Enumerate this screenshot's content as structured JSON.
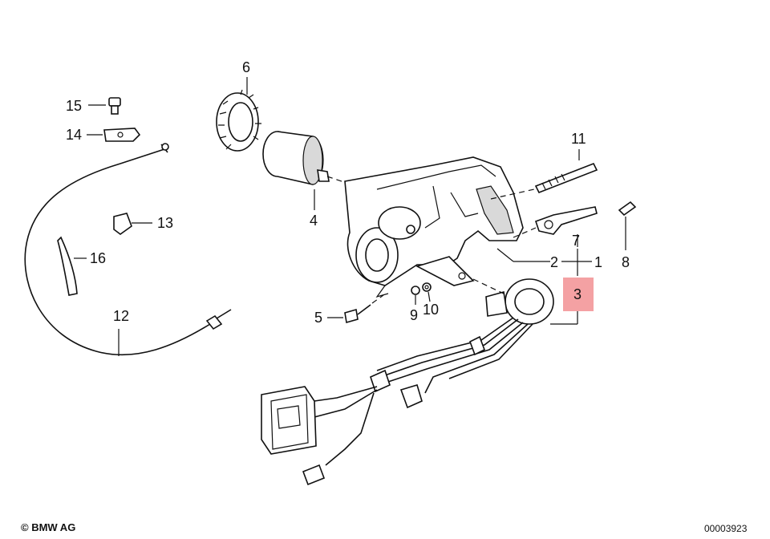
{
  "diagram": {
    "part_numbers": [
      "1",
      "2",
      "3",
      "4",
      "5",
      "6",
      "7",
      "8",
      "9",
      "10",
      "11",
      "12",
      "13",
      "14",
      "15",
      "16"
    ],
    "highlighted_part": "3",
    "highlight_color": "#f4a1a3"
  },
  "footer": {
    "copyright": "© BMW AG",
    "diagram_code": "00003923"
  }
}
